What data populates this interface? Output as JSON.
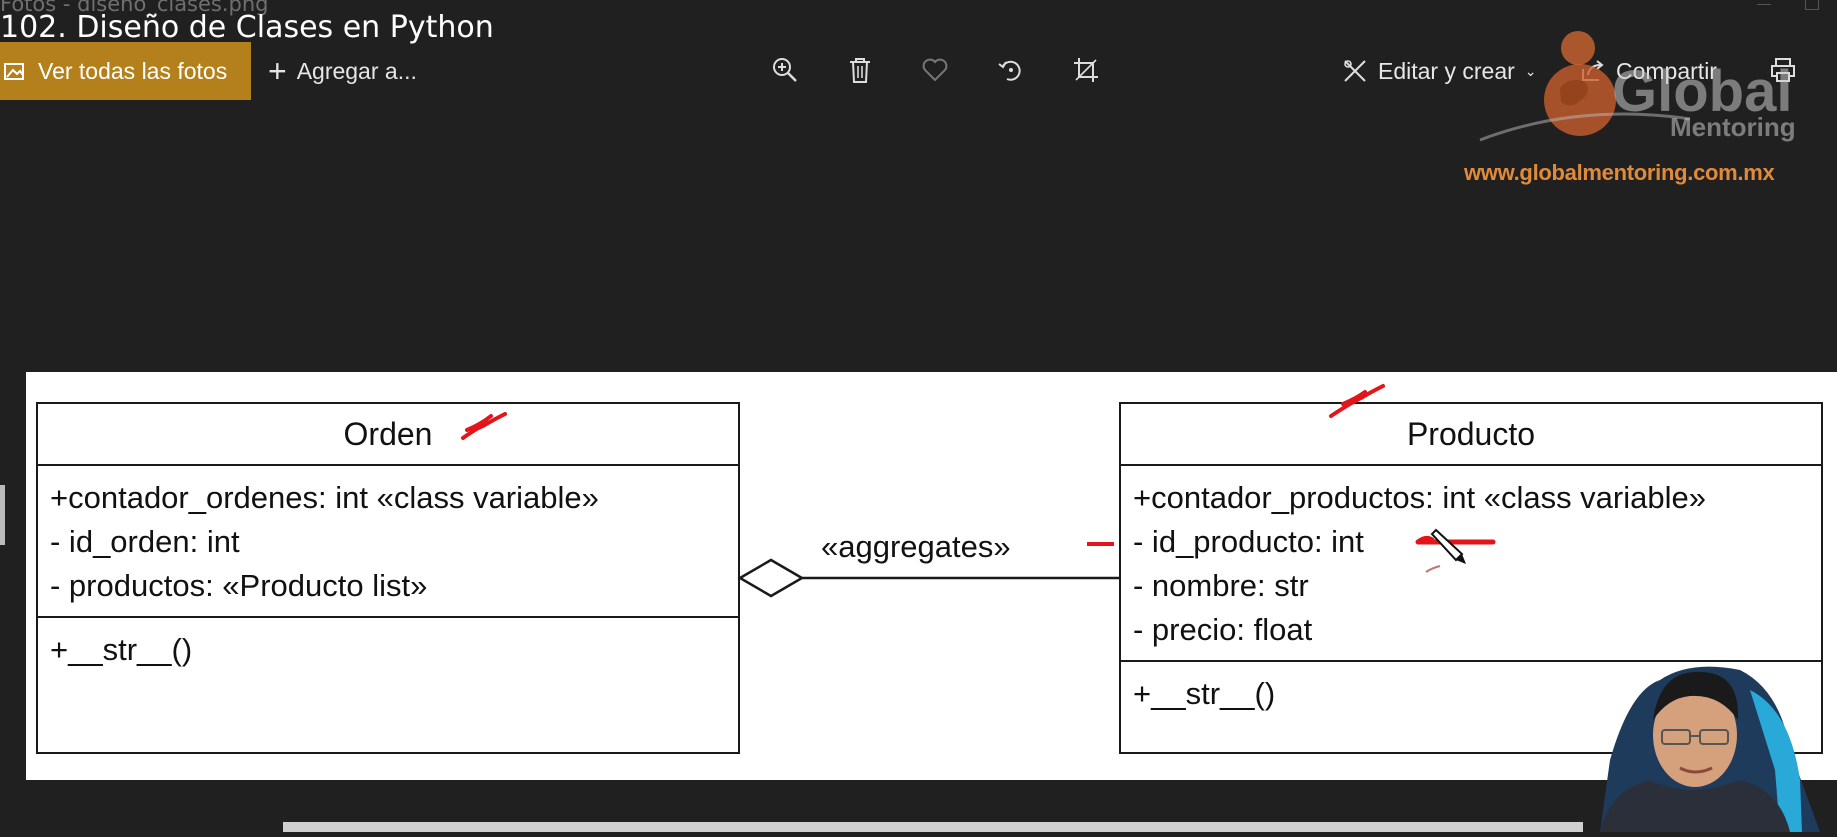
{
  "window": {
    "title": "Fotos - diseño_clases.png"
  },
  "video": {
    "title": "102. Diseño de Clases en Python"
  },
  "toolbar": {
    "view_all_label": "Ver todas las fotos",
    "add_to_label": "Agregar a...",
    "edit_create_label": "Editar y crear",
    "share_label": "Compartir",
    "icons": [
      "zoom-in-icon",
      "delete-icon",
      "favorite-icon",
      "rotate-icon",
      "crop-icon",
      "print-icon"
    ]
  },
  "watermark": {
    "brand": "Global",
    "brand_sub": "Mentoring",
    "url": "www.globalmentoring.com.mx"
  },
  "diagram": {
    "relationship_label": "«aggregates»",
    "classes": [
      {
        "name": "Orden",
        "attributes": [
          "+contador_ordenes: int «class variable»",
          "- id_orden: int",
          "- productos: «Producto list»"
        ],
        "methods": [
          "+__str__()"
        ]
      },
      {
        "name": "Producto",
        "attributes": [
          "+contador_productos: int «class variable»",
          "- id_producto: int",
          "- nombre: str",
          "- precio: float"
        ],
        "methods": [
          "+__str__()"
        ]
      }
    ]
  },
  "colors": {
    "background": "#202020",
    "accent": "#b3801c",
    "annotation": "#e3151a"
  }
}
